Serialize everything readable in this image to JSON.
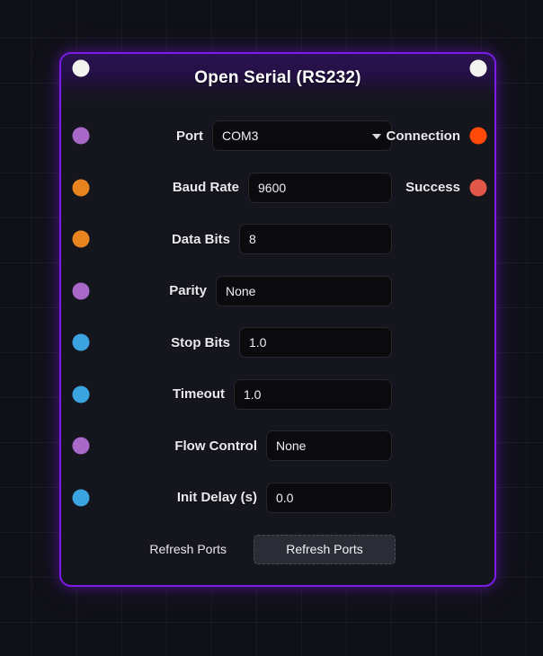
{
  "node": {
    "title": "Open Serial (RS232)",
    "accent_color": "#7c1ae8",
    "header_gradient_from": "#2b1350",
    "body_color": "#15161d"
  },
  "flow": {
    "in_socket_name": "flow-in",
    "out_socket_name": "flow-out",
    "color": "#f2f2ee"
  },
  "params": [
    {
      "label": "Port",
      "value": "COM3",
      "socket_color": "#a868c8",
      "type": "dropdown",
      "field_width": 200
    },
    {
      "label": "Baud Rate",
      "value": "9600",
      "socket_color": "#e8841f",
      "type": "text",
      "field_width": 160
    },
    {
      "label": "Data Bits",
      "value": "8",
      "socket_color": "#e8841f",
      "type": "text",
      "field_width": 170
    },
    {
      "label": "Parity",
      "value": "None",
      "socket_color": "#a868c8",
      "type": "text",
      "field_width": 196
    },
    {
      "label": "Stop Bits",
      "value": "1.0",
      "socket_color": "#3ba3e0",
      "type": "text",
      "field_width": 170
    },
    {
      "label": "Timeout",
      "value": "1.0",
      "socket_color": "#3ba3e0",
      "type": "text",
      "field_width": 176
    },
    {
      "label": "Flow Control",
      "value": "None",
      "socket_color": "#a868c8",
      "type": "text",
      "field_width": 140
    },
    {
      "label": "Init Delay (s)",
      "value": "0.0",
      "socket_color": "#3ba3e0",
      "type": "text",
      "field_width": 140
    }
  ],
  "outputs": [
    {
      "label": "Connection",
      "socket_color": "#ff4a08"
    },
    {
      "label": "Success",
      "socket_color": "#e0574a"
    }
  ],
  "refresh": {
    "label": "Refresh Ports",
    "button_label": "Refresh Ports"
  }
}
